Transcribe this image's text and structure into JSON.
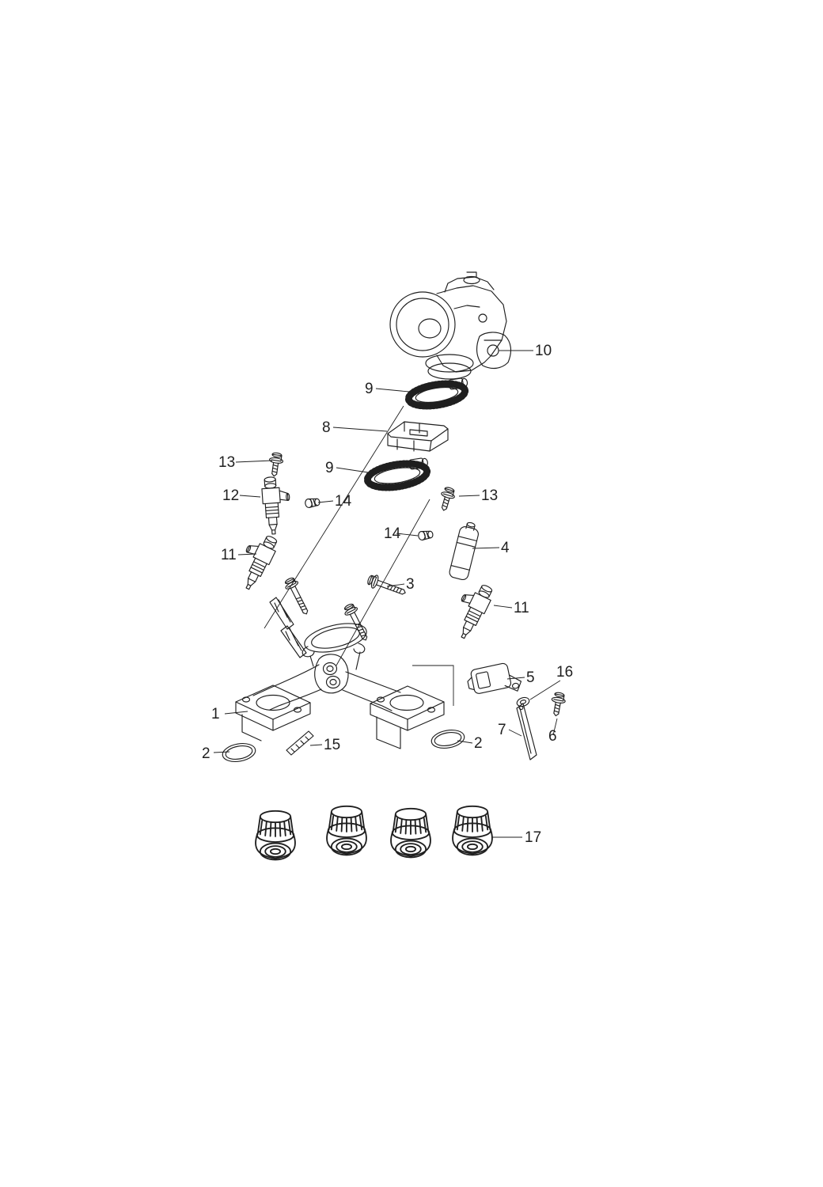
{
  "diagram": {
    "background_color": "#ffffff",
    "line_color": "#1f1f1f"
  },
  "callouts": [
    {
      "label": "10"
    },
    {
      "label": "9"
    },
    {
      "label": "8"
    },
    {
      "label": "9"
    },
    {
      "label": "13"
    },
    {
      "label": "12"
    },
    {
      "label": "14"
    },
    {
      "label": "13"
    },
    {
      "label": "14"
    },
    {
      "label": "4"
    },
    {
      "label": "11"
    },
    {
      "label": "3"
    },
    {
      "label": "11"
    },
    {
      "label": "5"
    },
    {
      "label": "16"
    },
    {
      "label": "7"
    },
    {
      "label": "6"
    },
    {
      "label": "1"
    },
    {
      "label": "2"
    },
    {
      "label": "15"
    },
    {
      "label": "2"
    },
    {
      "label": "17"
    }
  ]
}
